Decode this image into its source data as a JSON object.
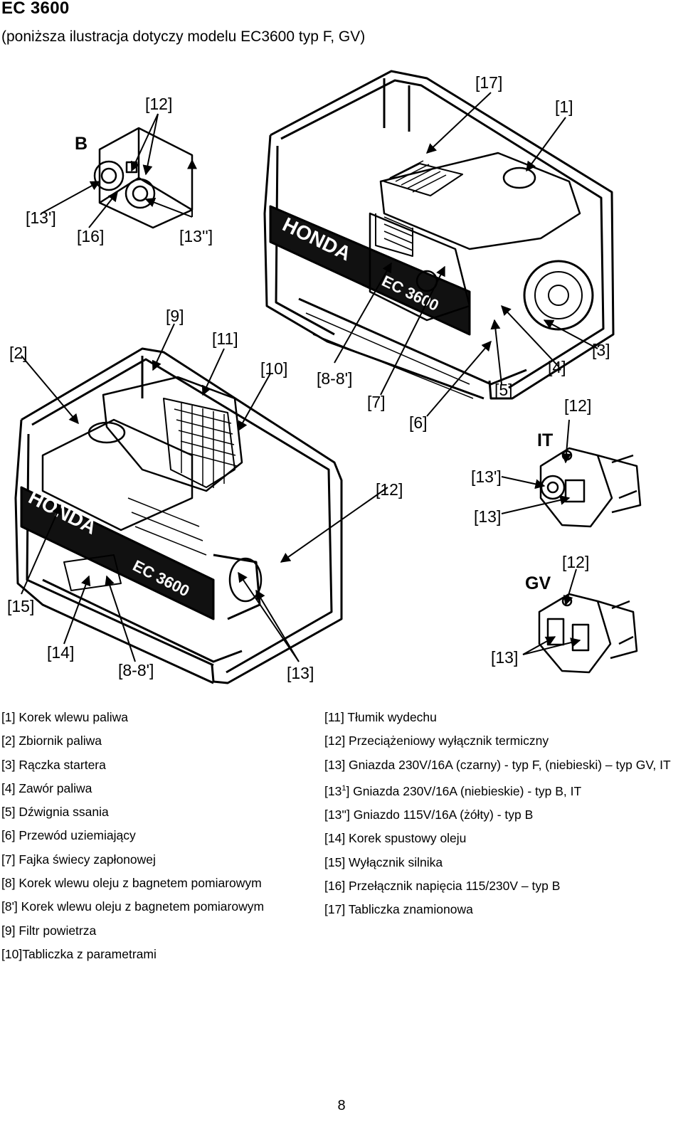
{
  "header": {
    "title": "EC 3600",
    "subtitle": "(poniższa ilustracja dotyczy modelu EC3600 typ F, GV)"
  },
  "figure": {
    "labels": {
      "l1": "[1]",
      "l2": "[2]",
      "l3": "[3]",
      "l4": "[4]",
      "l5": "[5]",
      "l6": "[6]",
      "l7": "[7]",
      "l8a": "[8-8']",
      "l8b": "[8-8']",
      "l9": "[9]",
      "l10": "[10]",
      "l11": "[11]",
      "l12a": "[12]",
      "l12b": "[12]",
      "l12c": "[12]",
      "l12d": "[12]",
      "l13a": "[13]",
      "l13b": "[13]",
      "l13c": "[13]",
      "l13pa": "[13']",
      "l13pb": "[13']",
      "l13pp": "[13'']",
      "l14": "[14]",
      "l15": "[15]",
      "l16": "[16]",
      "l17": "[17]",
      "variant_b": "B",
      "variant_it": "IT",
      "variant_gv": "GV"
    },
    "brand_text": "HONDA",
    "model_text": "EC 3600"
  },
  "legend": {
    "left": [
      "[1] Korek wlewu paliwa",
      "[2] Zbiornik paliwa",
      "[3] Rączka startera",
      "[4] Zawór paliwa",
      "[5] Dźwignia ssania",
      "[6] Przewód uziemiający",
      "[7] Fajka świecy zapłonowej",
      "[8] Korek wlewu oleju z bagnetem pomiarowym",
      "[8'] Korek wlewu oleju z bagnetem pomiarowym",
      "[9] Filtr powietrza",
      "[10]Tabliczka z parametrami"
    ],
    "right": {
      "r11": "[11] Tłumik wydechu",
      "r12": "[12] Przeciążeniowy wyłącznik termiczny",
      "r13": "[13] Gniazda 230V/16A (czarny) - typ F, (niebieski) – typ GV, IT",
      "r13p_pre": "[13",
      "r13p_sup": "1",
      "r13p_post": "] Gniazda 230V/16A (niebieskie) - typ B, IT",
      "r13pp": "[13''] Gniazdo 115V/16A (żółty) - typ B",
      "r14": "[14] Korek spustowy oleju",
      "r15": "[15] Wyłącznik silnika",
      "r16": "[16] Przełącznik napięcia 115/230V – typ B",
      "r17": "[17] Tabliczka znamionowa"
    }
  },
  "footer": {
    "page_number": "8"
  }
}
